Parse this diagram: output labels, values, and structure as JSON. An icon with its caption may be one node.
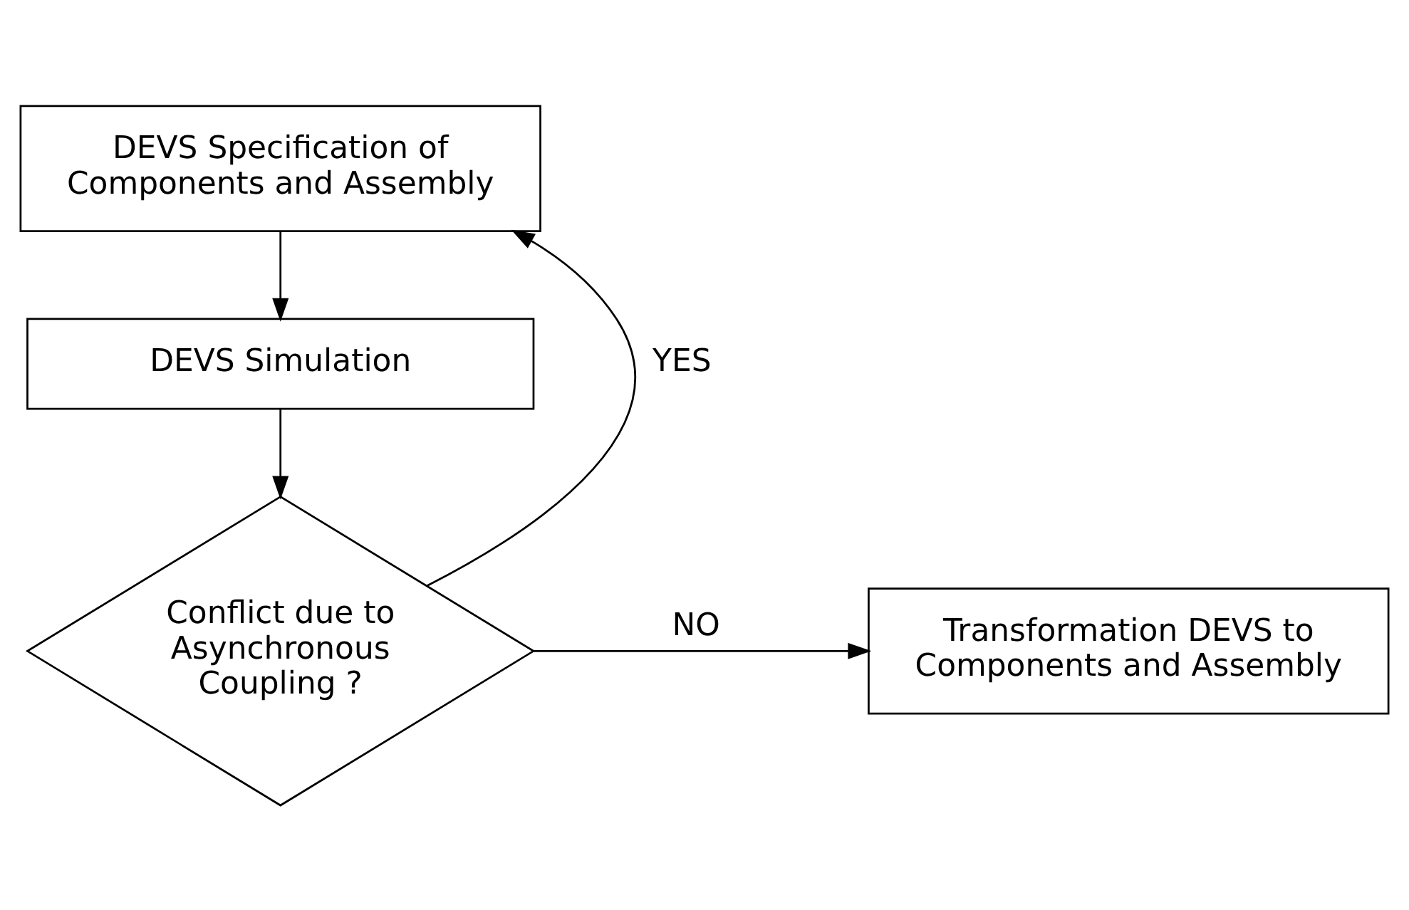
{
  "diagram": {
    "nodes": [
      {
        "text": [
          "DEVS Specification of Components and Assembly"
        ]
      },
      {
        "text": [
          "DEVS Simulation"
        ]
      },
      {
        "text": [
          "Conflict due to Asynchronous Coupling ?"
        ]
      },
      {
        "text": [
          "Transformation DEVS to Components and Assembly"
        ]
      }
    ],
    "edges": [
      {
        "from": 0,
        "to": 1,
        "arrow": "to"
      },
      {
        "from": 1,
        "to": 2,
        "arrow": "to"
      },
      {
        "from": 2,
        "to": 3,
        "arrow": "to",
        "label": "NO"
      },
      {
        "from": 2,
        "to": 0,
        "arrow": "to",
        "label": "YES"
      }
    ]
  }
}
